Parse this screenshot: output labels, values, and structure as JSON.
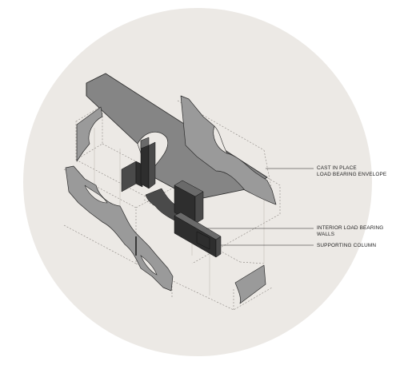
{
  "diagram": {
    "background_color": "#ece9e5",
    "labels": [
      {
        "id": "envelope",
        "lines": [
          "CAST IN PLACE",
          "LOAD BEARING ENVELOPE"
        ]
      },
      {
        "id": "walls",
        "lines": [
          "INTERIOR LOAD BEARING",
          "WALLS"
        ]
      },
      {
        "id": "column",
        "lines": [
          "SUPPORTING COLUMN"
        ]
      }
    ]
  }
}
